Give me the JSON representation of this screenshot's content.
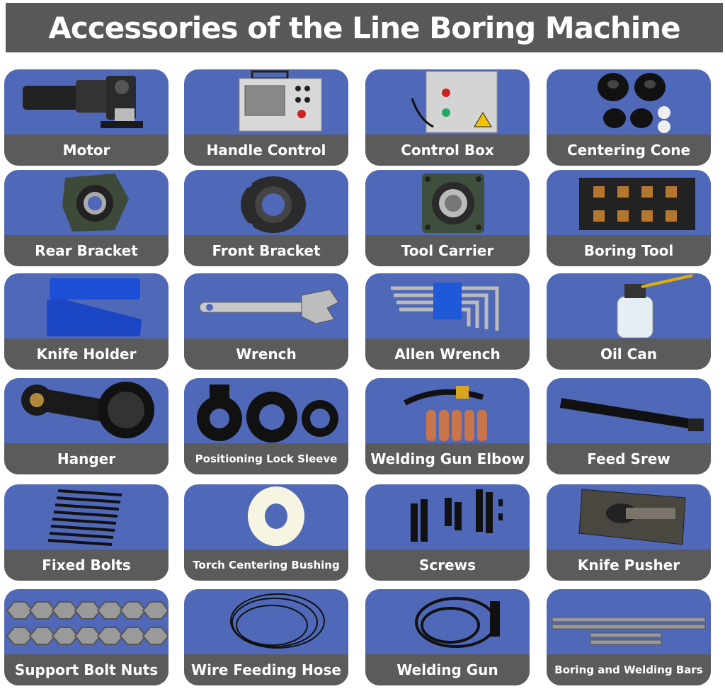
{
  "title": "Accessories of the Line Boring Machine",
  "colors": {
    "title_bg": "#585858",
    "card_blue": "#5068b8",
    "label_bg": "#5b5b5b",
    "text": "#ffffff"
  },
  "items": [
    {
      "label": "Motor",
      "icon": "motor-icon"
    },
    {
      "label": "Handle Control",
      "icon": "control-panel-icon"
    },
    {
      "label": "Control Box",
      "icon": "control-box-icon"
    },
    {
      "label": "Centering Cone",
      "icon": "cone-icon"
    },
    {
      "label": "Rear Bracket",
      "icon": "bracket-icon"
    },
    {
      "label": "Front Bracket",
      "icon": "flange-icon"
    },
    {
      "label": "Tool Carrier",
      "icon": "bearing-block-icon"
    },
    {
      "label": "Boring Tool",
      "icon": "inserts-icon"
    },
    {
      "label": "Knife Holder",
      "icon": "knife-holder-icon"
    },
    {
      "label": "Wrench",
      "icon": "wrench-icon"
    },
    {
      "label": "Allen Wrench",
      "icon": "allen-key-icon"
    },
    {
      "label": "Oil Can",
      "icon": "oil-can-icon"
    },
    {
      "label": "Hanger",
      "icon": "hanger-icon"
    },
    {
      "label": "Positioning Lock Sleeve",
      "icon": "ring-icon"
    },
    {
      "label": "Welding Gun Elbow",
      "icon": "elbow-icon"
    },
    {
      "label": "Feed Srew",
      "icon": "screw-rod-icon"
    },
    {
      "label": "Fixed Bolts",
      "icon": "bolts-icon"
    },
    {
      "label": "Torch Centering Bushing",
      "icon": "bushing-icon"
    },
    {
      "label": "Screws",
      "icon": "screws-icon"
    },
    {
      "label": "Knife Pusher",
      "icon": "steel-block-icon"
    },
    {
      "label": "Support Bolt Nuts",
      "icon": "nuts-icon"
    },
    {
      "label": "Wire Feeding Hose",
      "icon": "hose-icon"
    },
    {
      "label": "Welding Gun",
      "icon": "welding-gun-icon"
    },
    {
      "label": "Boring and Welding Bars",
      "icon": "bars-icon"
    }
  ]
}
